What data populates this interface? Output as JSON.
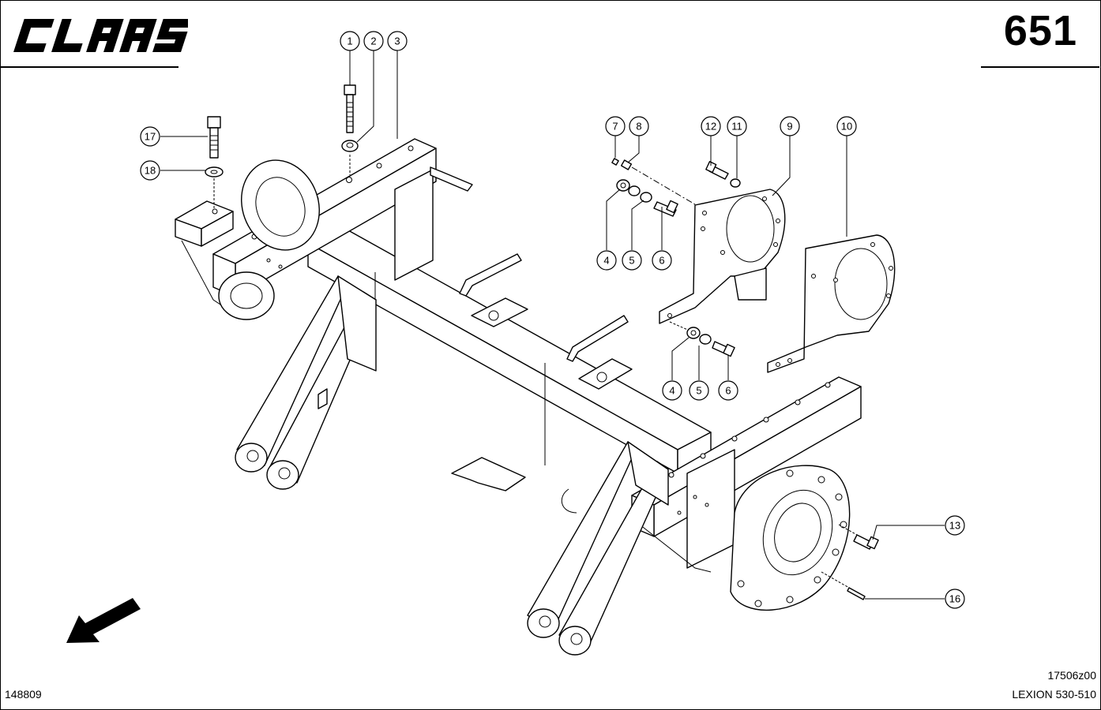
{
  "header": {
    "brand": "CLAAS",
    "page_number": "651"
  },
  "footer": {
    "document_number": "148809",
    "drawing_id": "17506z00",
    "model": "LEXION 530-510"
  },
  "callouts": [
    {
      "id": "c1",
      "label": "1"
    },
    {
      "id": "c2",
      "label": "2"
    },
    {
      "id": "c3",
      "label": "3"
    },
    {
      "id": "c7",
      "label": "7"
    },
    {
      "id": "c8",
      "label": "8"
    },
    {
      "id": "c12",
      "label": "12"
    },
    {
      "id": "c11",
      "label": "11"
    },
    {
      "id": "c9",
      "label": "9"
    },
    {
      "id": "c10",
      "label": "10"
    },
    {
      "id": "c17",
      "label": "17"
    },
    {
      "id": "c18",
      "label": "18"
    },
    {
      "id": "c4a",
      "label": "4"
    },
    {
      "id": "c5a",
      "label": "5"
    },
    {
      "id": "c6a",
      "label": "6"
    },
    {
      "id": "c4b",
      "label": "4"
    },
    {
      "id": "c5b",
      "label": "5"
    },
    {
      "id": "c6b",
      "label": "6"
    },
    {
      "id": "c13",
      "label": "13"
    },
    {
      "id": "c16",
      "label": "16"
    }
  ],
  "icons": {
    "logo": "claas-logo",
    "direction": "direction-arrow-icon"
  }
}
